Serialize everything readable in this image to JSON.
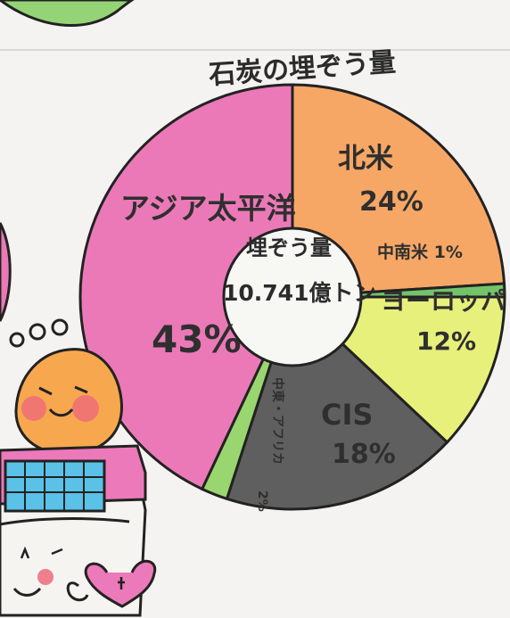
{
  "chart_data": {
    "type": "pie",
    "title": "石炭の埋ぞう量",
    "center_label": "埋ぞう量",
    "center_value": "10.741億トン",
    "categories": [
      "北米",
      "中南米",
      "ヨーロッパ",
      "CIS",
      "中東・アフリカ",
      "アジア太平洋"
    ],
    "values": [
      24,
      1,
      12,
      18,
      2,
      43
    ],
    "colors": [
      "#f7a765",
      "#74c36b",
      "#e7f07a",
      "#5f5f5f",
      "#9ad66f",
      "#eb79b8"
    ],
    "data_labels": [
      "北米",
      "中南米 1%",
      "ヨーロッパ",
      "CIS",
      "中東・アフリカ",
      "アジア太平洋"
    ],
    "percent_labels": [
      "24%",
      "",
      "12%",
      "18%",
      "2%",
      "43%"
    ]
  }
}
